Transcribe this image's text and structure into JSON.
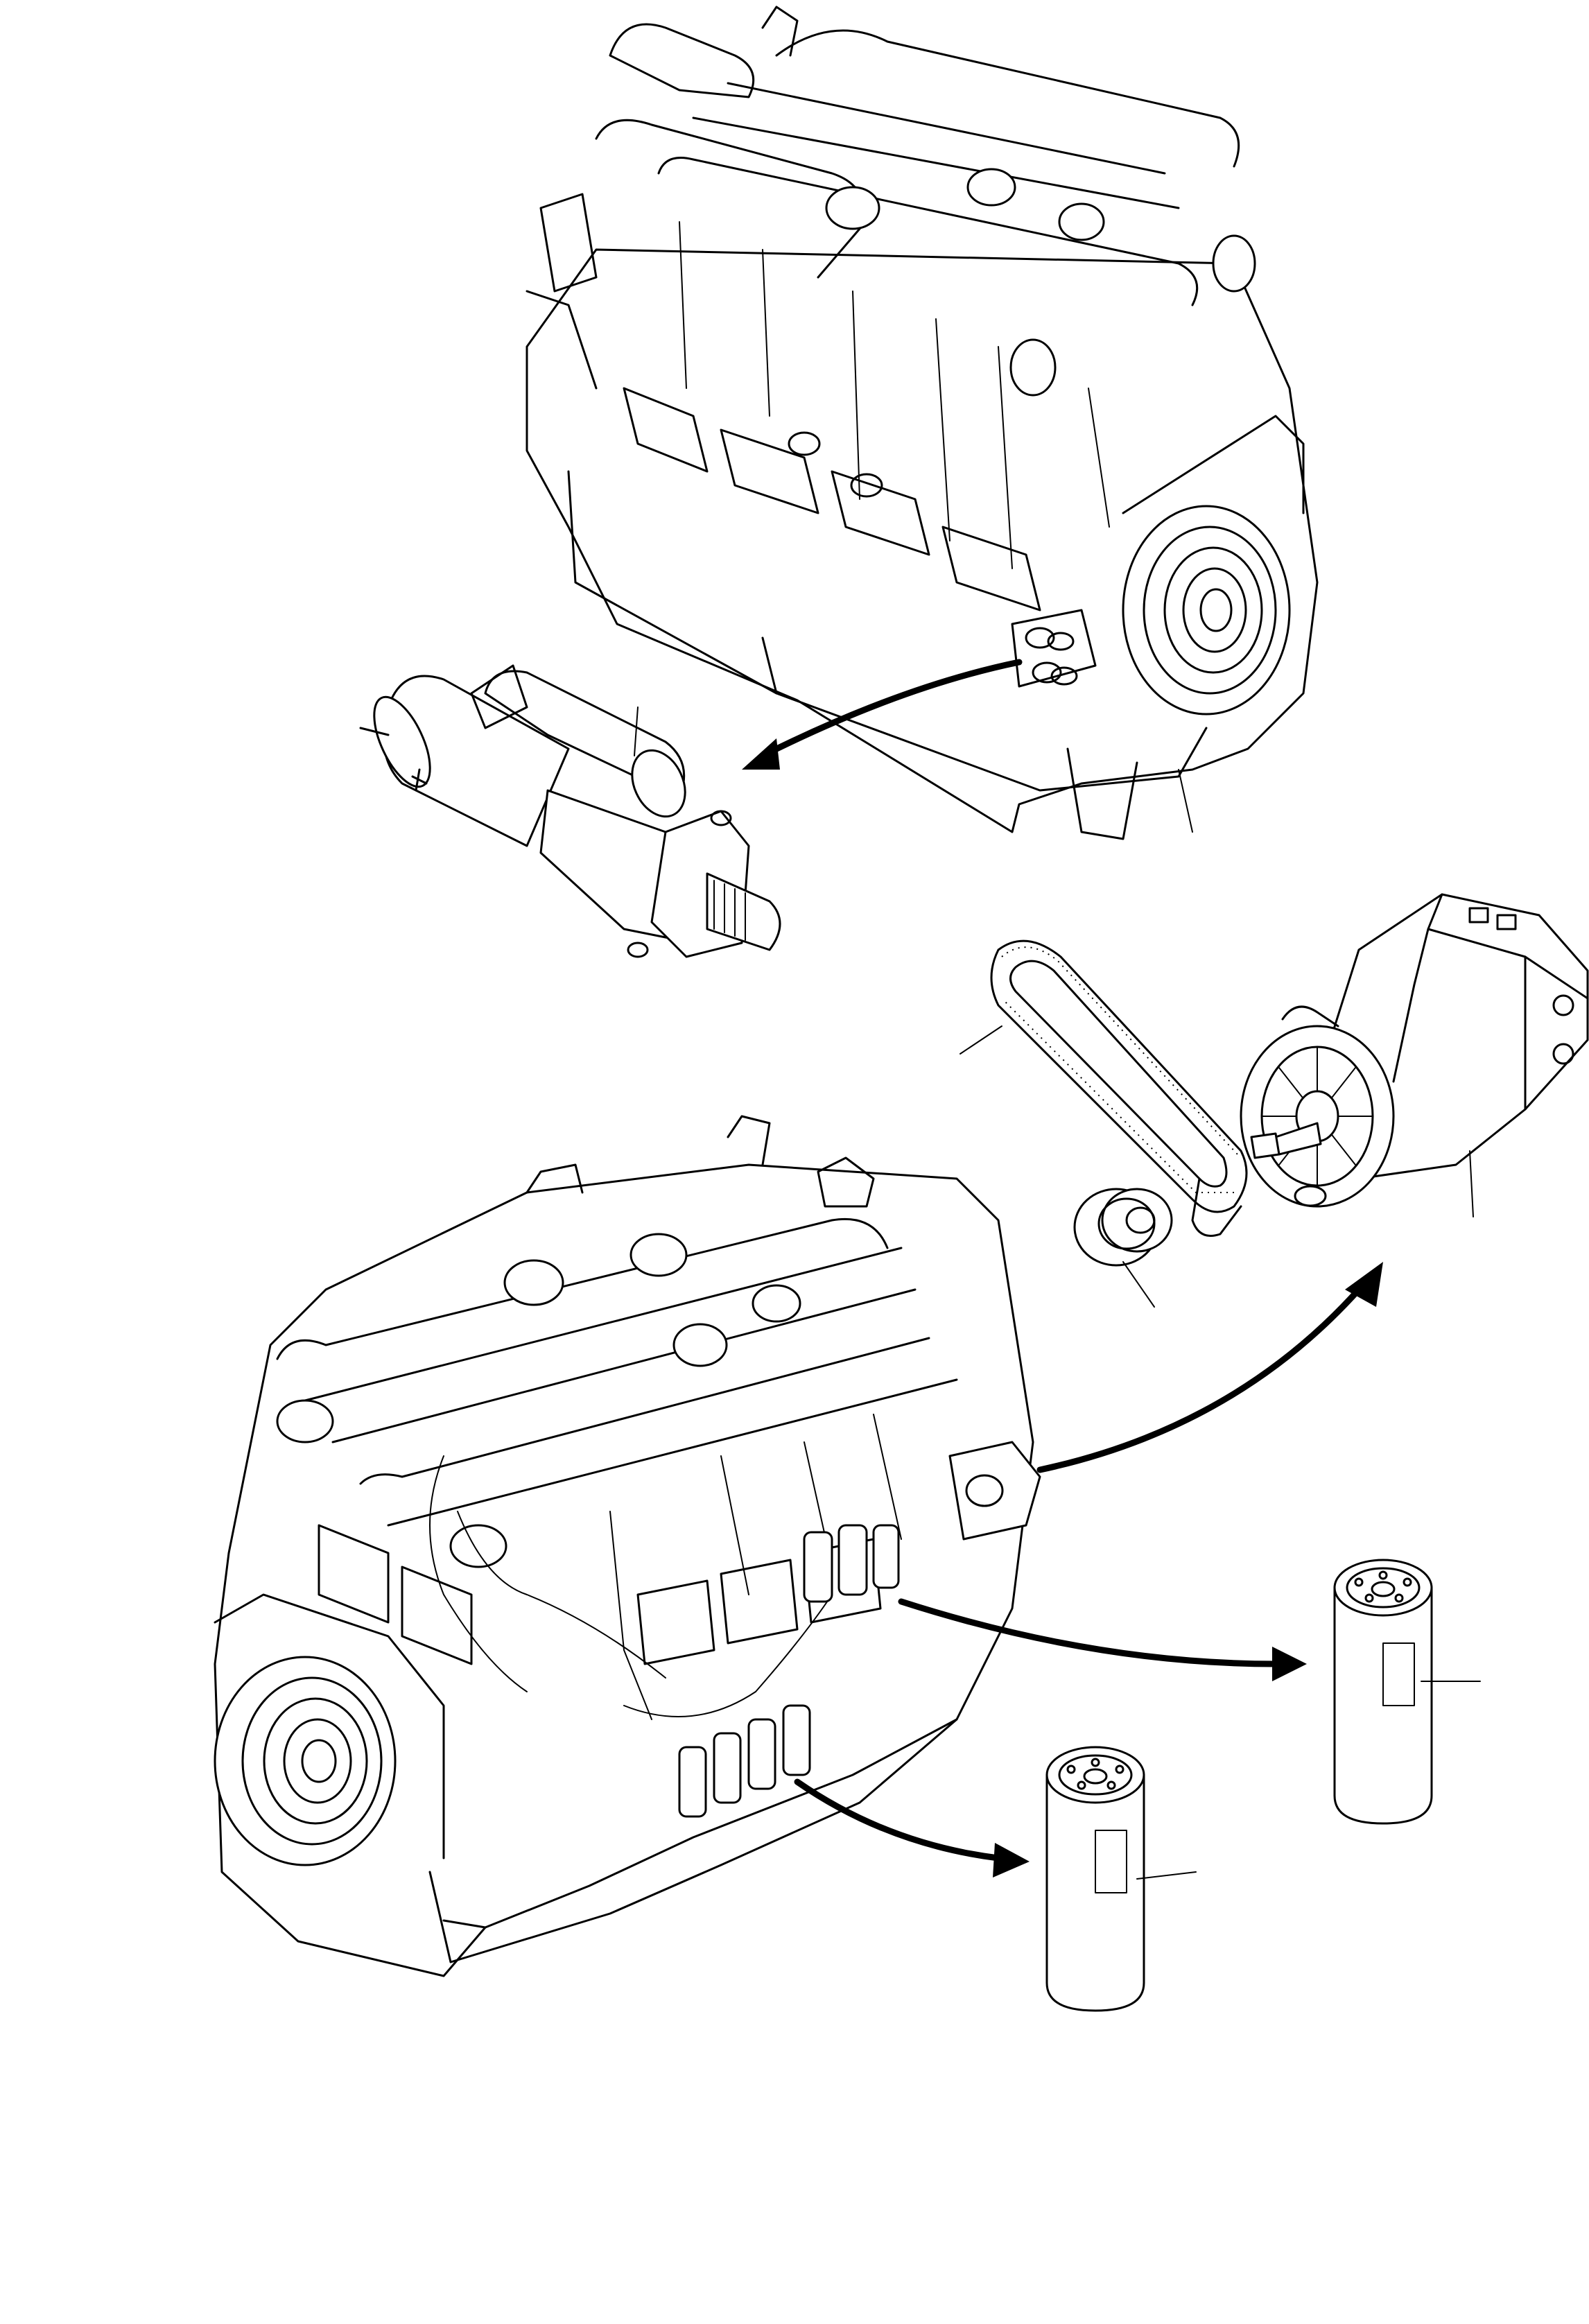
{
  "figure": {
    "description_visible_text": "",
    "background_color": "#ffffff",
    "line_color": "#000000"
  },
  "components": [
    {
      "id": "engine-top-view",
      "icon": "engine-icon"
    },
    {
      "id": "starter-motor",
      "icon": "starter-motor-icon"
    },
    {
      "id": "v-belt",
      "icon": "belt-icon"
    },
    {
      "id": "alternator-pulley",
      "icon": "pulley-icon"
    },
    {
      "id": "alternator",
      "icon": "alternator-icon"
    },
    {
      "id": "engine-bottom-view",
      "icon": "engine-icon"
    },
    {
      "id": "fuel-filter-cartridge-upper",
      "icon": "filter-cartridge-icon"
    },
    {
      "id": "fuel-filter-cartridge-lower",
      "icon": "filter-cartridge-icon"
    }
  ]
}
